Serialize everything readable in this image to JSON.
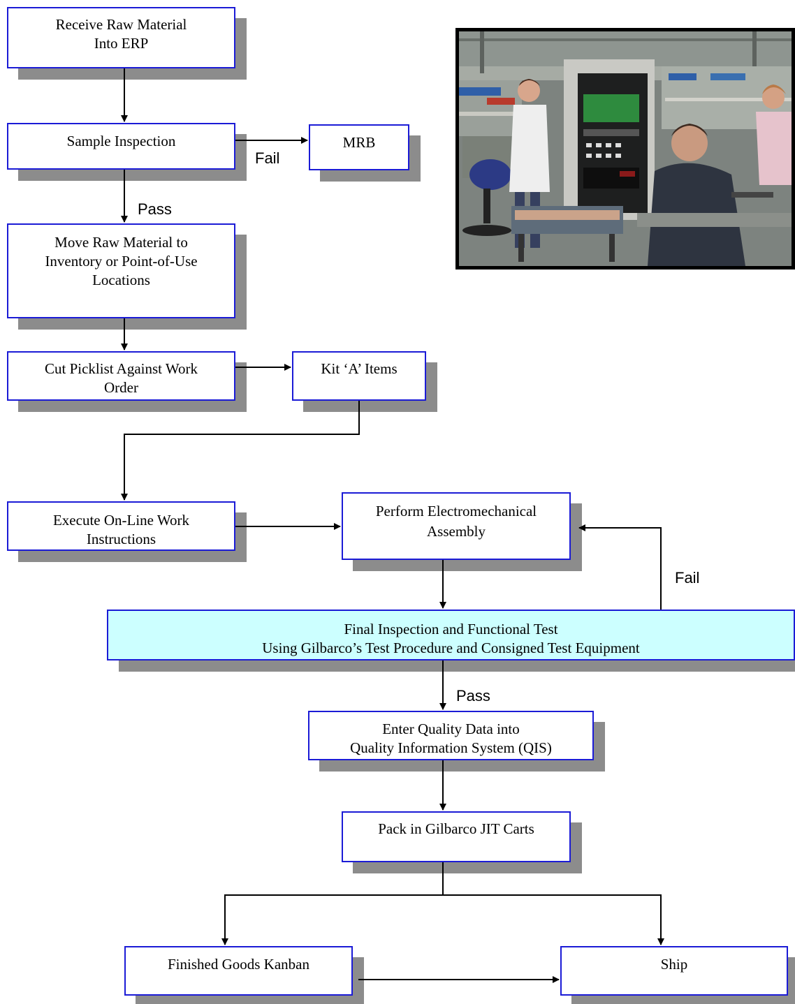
{
  "steps": {
    "receive": [
      "Receive Raw Material",
      "Into ERP"
    ],
    "sample": [
      "Sample Inspection"
    ],
    "mrb": [
      "MRB"
    ],
    "move": [
      "Move Raw Material to",
      "Inventory or Point-of-Use",
      "Locations"
    ],
    "picklist": [
      "Cut Picklist Against Work",
      "Order"
    ],
    "kit": [
      "Kit ‘A’ Items"
    ],
    "execute": [
      "Execute On-Line Work",
      "Instructions"
    ],
    "assembly": [
      "Perform Electromechanical",
      "Assembly"
    ],
    "final": [
      "Final Inspection and Functional Test",
      "Using Gilbarco’s Test Procedure and Consigned Test Equipment"
    ],
    "quality": [
      "Enter Quality Data into",
      "Quality Information System (QIS)"
    ],
    "pack": [
      "Pack in Gilbarco JIT Carts"
    ],
    "kanban": [
      "Finished Goods Kanban"
    ],
    "ship": [
      "Ship"
    ]
  },
  "labels": {
    "fail_mrb": "Fail",
    "pass_sample": "Pass",
    "fail_final": "Fail",
    "pass_final": "Pass"
  },
  "colors": {
    "box_border": "#1b1bd6",
    "shadow": "#8c8c8c",
    "highlight_fill": "#ccffff"
  },
  "photo": {
    "description_icon": "factory-assembly-photo"
  }
}
